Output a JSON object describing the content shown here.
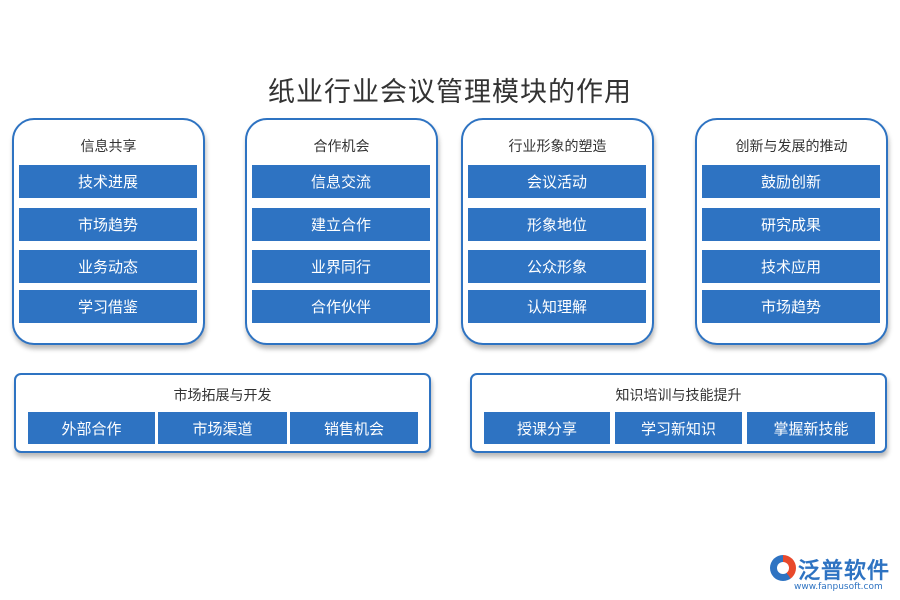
{
  "title": "纸业行业会议管理模块的作用",
  "panels": [
    {
      "title": "信息共享",
      "items": [
        "技术进展",
        "市场趋势",
        "业务动态",
        "学习借鉴"
      ]
    },
    {
      "title": "合作机会",
      "items": [
        "信息交流",
        "建立合作",
        "业界同行",
        "合作伙伴"
      ]
    },
    {
      "title": "行业形象的塑造",
      "items": [
        "会议活动",
        "形象地位",
        "公众形象",
        "认知理解"
      ]
    },
    {
      "title": "创新与发展的推动",
      "items": [
        "鼓励创新",
        "研究成果",
        "技术应用",
        "市场趋势"
      ]
    }
  ],
  "bars": [
    {
      "title": "市场拓展与开发",
      "items": [
        "外部合作",
        "市场渠道",
        "销售机会"
      ]
    },
    {
      "title": "知识培训与技能提升",
      "items": [
        "授课分享",
        "学习新知识",
        "掌握新技能"
      ]
    }
  ],
  "logo": {
    "name": "泛普软件",
    "url": "www.fanpusoft.com"
  },
  "colors": {
    "accent": "#2e73c2",
    "title_text": "#333333"
  }
}
